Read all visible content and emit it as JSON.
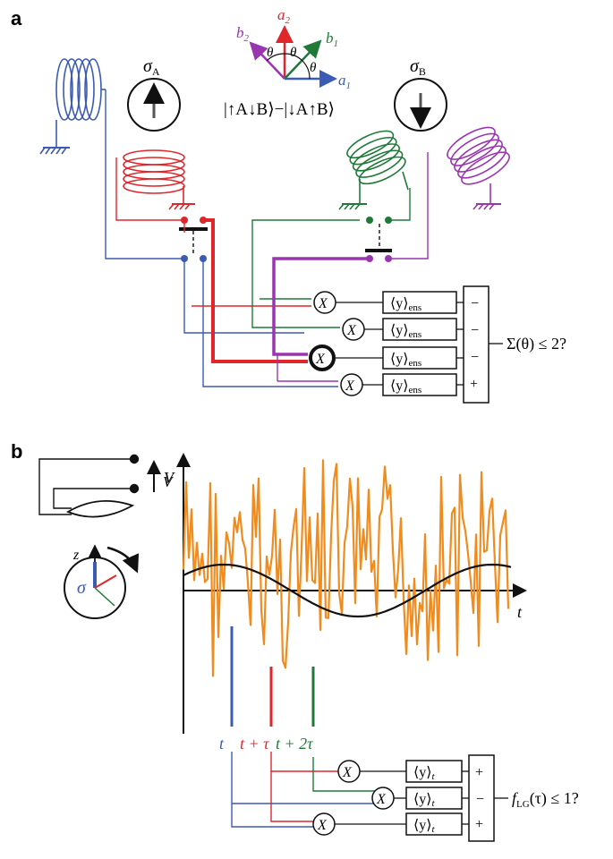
{
  "panel_a": {
    "letter": "a",
    "sigma_a": "σ",
    "sigma_a_sub": "A",
    "sigma_b": "σ",
    "sigma_b_sub": "B",
    "axes": {
      "a2": "a",
      "a2_sub": "2",
      "b2": "b",
      "b2_sub": "2",
      "b1": "b",
      "b1_sub": "1",
      "a1": "a",
      "a1_sub": "1",
      "theta": "θ"
    },
    "state": "|↑A↓B⟩−|↓A↑B⟩",
    "detectors": [
      {
        "label": "X",
        "avg": "⟨y⟩",
        "avg_sub": "ens",
        "sign": "−"
      },
      {
        "label": "X",
        "avg": "⟨y⟩",
        "avg_sub": "ens",
        "sign": "−"
      },
      {
        "label": "X",
        "avg": "⟨y⟩",
        "avg_sub": "ens",
        "sign": "−"
      },
      {
        "label": "X",
        "avg": "⟨y⟩",
        "avg_sub": "ens",
        "sign": "+"
      }
    ],
    "inequality": "Σ(θ) ≤ 2?"
  },
  "panel_b": {
    "letter": "b",
    "v_label": "V",
    "t_axis": "t",
    "z_label": "z",
    "sigma": "σ",
    "times": [
      "t",
      "t + τ",
      "t + 2τ"
    ],
    "detectors": [
      {
        "label": "X",
        "avg": "⟨y⟩",
        "avg_sub": "t",
        "sign": "+"
      },
      {
        "label": "X",
        "avg": "⟨y⟩",
        "avg_sub": "t",
        "sign": "−"
      },
      {
        "label": "X",
        "avg": "⟨y⟩",
        "avg_sub": "t",
        "sign": "+"
      }
    ],
    "inequality": "f",
    "inequality_sub": "LG",
    "inequality_rest": "(τ) ≤ 1?"
  },
  "colors": {
    "blue": "#3b5bb4",
    "red": "#e0262a",
    "green": "#1f7a3a",
    "purple": "#9a35b0",
    "orange": "#f08c1e",
    "black": "#111111"
  }
}
